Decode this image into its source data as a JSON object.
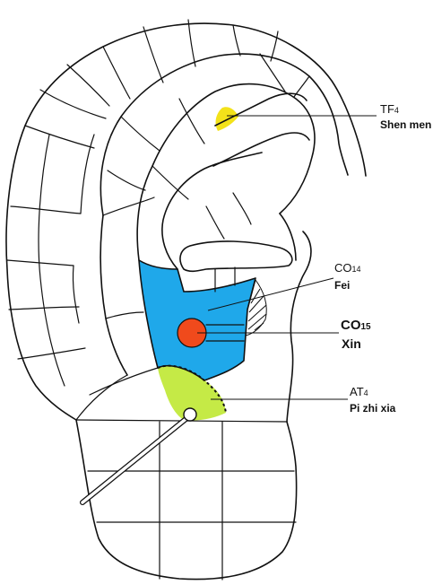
{
  "labels": {
    "tf4": {
      "code": "TF",
      "sub": "4",
      "name": "Shen men"
    },
    "co14": {
      "code": "CO",
      "sub": "14",
      "name": "Fei"
    },
    "co15": {
      "code": "CO",
      "sub": "15",
      "name": "Xin"
    },
    "at4": {
      "code": "AT",
      "sub": "4",
      "name": "Pi zhi xia"
    }
  },
  "colors": {
    "shen_men": "#f3e21a",
    "fei": "#1fa8ea",
    "xin": "#f04a1c",
    "pi_zhi_xia": "#c5ea46",
    "outline": "#111111"
  }
}
